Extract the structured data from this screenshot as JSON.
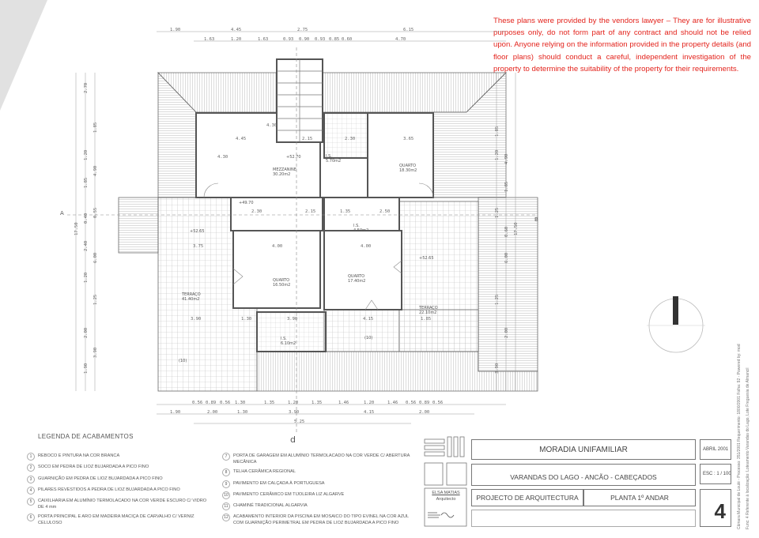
{
  "disclaimer": "These plans were provided by the vendors lawyer – They are for illustrative purposes only, do not form part of any contract and should not be relied upon. Anyone relying on the information provided in the property details (and floor plans) should conduct a careful, independent investigation of the property to determine the suitability of the property for their requirements.",
  "colors": {
    "disclaimer": "#e3231c",
    "lines": "#555555"
  },
  "plan": {
    "rooms": [
      {
        "name": "MEZZANINE",
        "area": "30.20m2"
      },
      {
        "name": "QUARTO",
        "area": "18.30m2"
      },
      {
        "name": "I.S.",
        "area": "5.70m2"
      },
      {
        "name": "I.S.",
        "area": "4.50m2"
      },
      {
        "name": "QUARTO",
        "area": "16.50m2"
      },
      {
        "name": "QUARTO",
        "area": "17.40m2"
      },
      {
        "name": "TERRAÇO",
        "area": "41.40m2"
      },
      {
        "name": "TERRAÇO",
        "area": "22.10m2"
      },
      {
        "name": "I.S.",
        "area": "6.10m2"
      }
    ],
    "levels": [
      "+52.70",
      "+49.70",
      "+52.65",
      "+52.65"
    ],
    "top_dims_row1": [
      "1.90",
      "4.45",
      "2.75",
      "6.15"
    ],
    "top_dims_row2": [
      "1.63",
      "1.20",
      "1.63",
      "0.93",
      "0.90",
      "0.93",
      "0.85",
      "0.60",
      "4.70"
    ],
    "bottom_dims_row1": [
      "0.56",
      "0.89",
      "0.56",
      "1.30",
      "1.35",
      "1.20",
      "1.35",
      "1.46",
      "1.20",
      "1.46",
      "0.56",
      "0.89",
      "0.56"
    ],
    "bottom_dims_row2": [
      "1.90",
      "2.00",
      "1.30",
      "3.90",
      "4.15",
      "2.00"
    ],
    "bottom_dims_row3": [
      "5.25"
    ],
    "inner_dims": [
      "4.45",
      "2.15",
      "2.30",
      "3.65",
      "4.30",
      "2.30",
      "2.15",
      "1.35",
      "2.50",
      "4.00",
      "4.00",
      "3.75",
      "3.90",
      "1.30",
      "3.90",
      "4.15",
      "1.85",
      "4.30"
    ],
    "left_dims": [
      "2.70",
      "1.85",
      "1.20",
      "4.90",
      "1.85",
      "0.55",
      "0.40",
      "17.50",
      "2.40",
      "6.00",
      "1.20",
      "1.25",
      "2.00",
      "3.90",
      "1.90"
    ],
    "right_dims": [
      "1.85",
      "4.90",
      "1.20",
      "1.85",
      "1.25",
      "0.60",
      "17.50",
      "6.00",
      "1.25",
      "2.00",
      "3.90"
    ],
    "finish_tags": [
      "10",
      "10",
      "10"
    ],
    "axis_left": "A",
    "axis_right": "B",
    "axis_bottom": "d"
  },
  "legend": {
    "title": "LEGENDA DE ACABAMENTOS",
    "items": [
      {
        "n": "1",
        "text": "REBOCO E PINTURA NA COR BRANCA"
      },
      {
        "n": "2",
        "text": "SOCO EM PEDRA DE LIOZ BUJARDADA A PICO FINO"
      },
      {
        "n": "3",
        "text": "GUARNIÇÃO EM PEDRA DE LIOZ BUJARDADA A PICO FINO"
      },
      {
        "n": "4",
        "text": "PILARES REVESTIDOS A PEDRA DE LIOZ BUJARDADA A PICO FINO"
      },
      {
        "n": "5",
        "text": "CAIXILHARIA EM ALUMÍNIO TERMOLACADO NA COR VERDE ESCURO C/ VIDRO DE 4 mm"
      },
      {
        "n": "6",
        "text": "PORTA PRINCIPAL E ARO EM MADEIRA MACIÇA DE CARVALHO C/ VERNIZ CELULOSO"
      },
      {
        "n": "7",
        "text": "PORTA DE GARAGEM EM ALUMÍNIO TERMOLACADO NA COR VERDE C/ ABERTURA MECÂNICA"
      },
      {
        "n": "8",
        "text": "TELHA CERÂMICA REGIONAL"
      },
      {
        "n": "9",
        "text": "PAVIMENTO EM CALÇADA À PORTUGUESA"
      },
      {
        "n": "10",
        "text": "PAVIMENTO CERÂMICO EM TIJOLEIRA LIZ ALGARVE"
      },
      {
        "n": "11",
        "text": "CHAMINÉ TRADICIONAL ALGARVIA"
      },
      {
        "n": "12",
        "text": "ACABAMENTO INTERIOR DA PISCINA EM MOSAICO DO TIPO EVINEL NA COR AZUL",
        "text2": "COM GUARNIÇÃO PERIMETRAL EM PEDRA DE LIOZ BUJARDADA A PICO FINO"
      }
    ]
  },
  "title_block": {
    "project": "MORADIA UNIFAMILIAR",
    "location": "VARANDAS DO LAGO - ANCÃO - CABEÇADOS",
    "type": "PROJECTO DE ARQUITECTURA",
    "drawing": "PLANTA 1º ANDAR",
    "date": "ABRIL 2001",
    "scale": "ESC : 1 / 100",
    "sheet": "4",
    "architect": "ELSA MATIAS",
    "architect_role": "Arquitecto"
  },
  "side_stamp": {
    "line1": "Câmara Municipal de Loulé - Processo: 351/2001 Requerimento: 1800/2001 Folha: 92 - Powered by: mod",
    "line2": "Func: 4    Referente à localização: Loteamento Varandas do Lago, Lote    Freguesia de Almancil"
  }
}
